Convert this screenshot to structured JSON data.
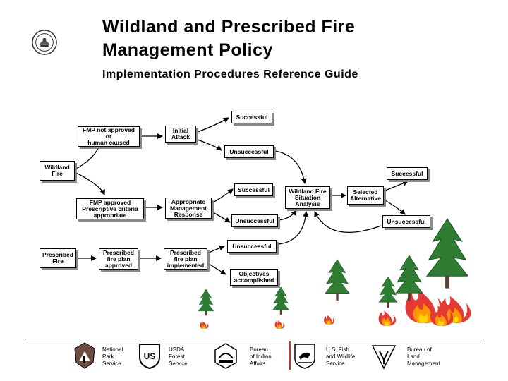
{
  "title": {
    "line1": "Wildland and Prescribed Fire",
    "line2": "Management Policy"
  },
  "subtitle": "Implementation Procedures Reference Guide",
  "boxes": {
    "fmp_not_approved": [
      "FMP not approved",
      "or",
      "human caused"
    ],
    "initial_attack": [
      "Initial",
      "Attack"
    ],
    "successful_1": [
      "Successful"
    ],
    "unsuccessful_1": [
      "Unsuccessful"
    ],
    "wildland_fire": [
      "Wildland",
      "Fire"
    ],
    "fmp_approved": [
      "FMP approved",
      "Prescriptive criteria",
      "appropriate"
    ],
    "appropriate_mgmt": [
      "Appropriate",
      "Management",
      "Response"
    ],
    "successful_2": [
      "Successful"
    ],
    "unsuccessful_2": [
      "Unsuccessful"
    ],
    "wfsa": [
      "Wildland Fire",
      "Situation",
      "Analysis"
    ],
    "selected_alt": [
      "Selected",
      "Alternative"
    ],
    "successful_3": [
      "Successful"
    ],
    "unsuccessful_3": [
      "Unsuccessful"
    ],
    "prescribed_fire": [
      "Prescribed",
      "Fire"
    ],
    "rx_plan_approved": [
      "Prescribed",
      "fire plan",
      "approved"
    ],
    "rx_plan_implemented": [
      "Prescribed",
      "fire plan",
      "implemented"
    ],
    "unsuccessful_4": [
      "Unsuccessful"
    ],
    "objectives": [
      "Objectives",
      "accomplished"
    ]
  },
  "footer": {
    "agencies": [
      {
        "lines": [
          "National",
          "Park",
          "Service"
        ],
        "icon": "nps-arrowhead-icon"
      },
      {
        "lines": [
          "USDA",
          "Forest",
          "Service"
        ],
        "icon": "forest-service-shield-icon"
      },
      {
        "lines": [
          "Bureau",
          "of Indian",
          "Affairs"
        ],
        "icon": "bia-emblem-icon"
      },
      {
        "lines": [
          "U.S. Fish",
          "and Wildlife",
          "Service"
        ],
        "icon": "fws-shield-icon"
      },
      {
        "lines": [
          "Bureau of",
          "Land",
          "Management"
        ],
        "icon": "blm-emblem-icon"
      }
    ]
  },
  "colors": {
    "box_shadow": "#8a8a8a",
    "tree_green": "#2e7d32",
    "fire_red": "#e53935",
    "fire_orange": "#ff9800",
    "fire_yellow": "#ffd600",
    "separator": "#c0392b"
  }
}
